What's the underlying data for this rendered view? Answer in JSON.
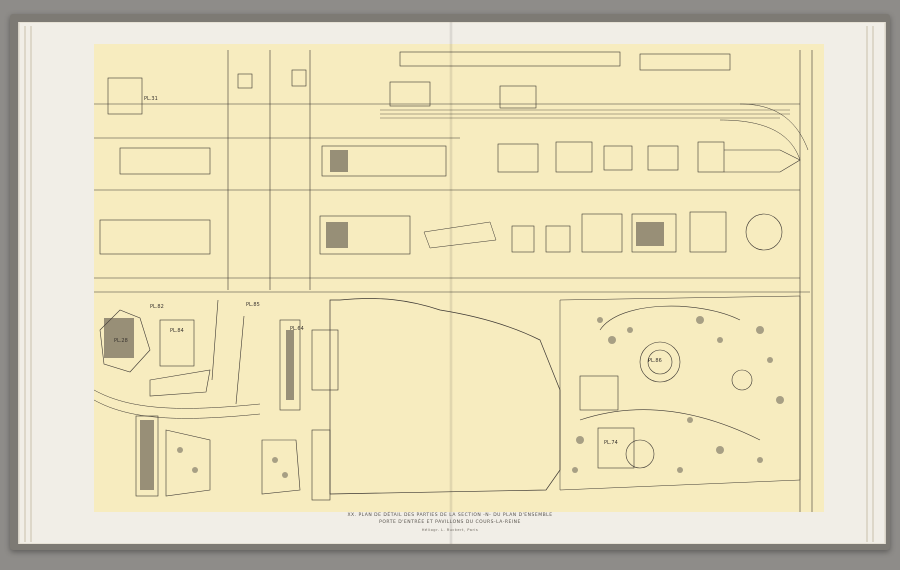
{
  "caption": {
    "line1": "XX. PLAN DE DÉTAIL DES PARTIES DE LA SECTION -N- DU PLAN D'ENSEMBLE",
    "line2": "PORTE D'ENTRÉE ET PAVILLONS DU COURS-LA-REINE",
    "line3": "Héliogr. L. Ruckert, Paris"
  },
  "labels": {
    "pl31": "PL.31",
    "pl82": "PL.82",
    "pl84": "PL.84",
    "pl28": "PL.28",
    "pl64": "PL.64",
    "pl85": "PL.85",
    "pl86": "PL.86",
    "pl74": "PL.74"
  }
}
